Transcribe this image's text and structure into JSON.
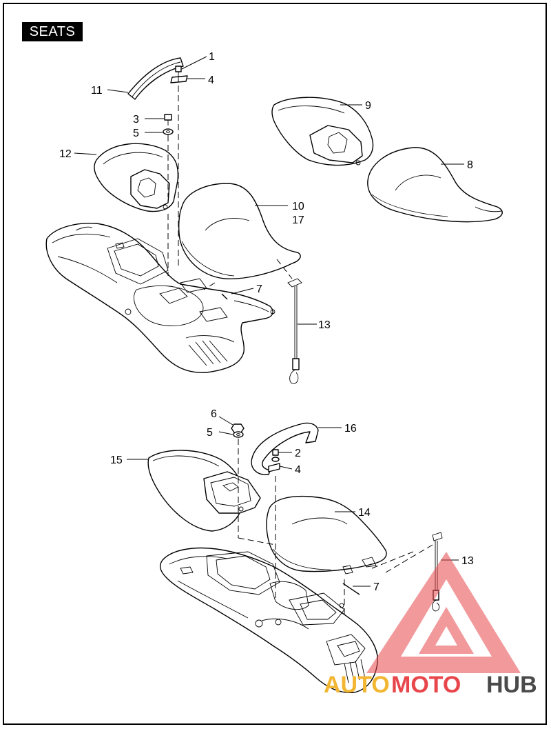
{
  "header": {
    "title": "SEATS"
  },
  "callouts": {
    "c1": "1",
    "c4a": "4",
    "c11": "11",
    "c3": "3",
    "c5a": "5",
    "c12": "12",
    "c9": "9",
    "c8": "8",
    "c10": "10",
    "c17": "17",
    "c7a": "7",
    "c13a": "13",
    "c6": "6",
    "c5b": "5",
    "c16": "16",
    "c2": "2",
    "c4b": "4",
    "c15": "15",
    "c14": "14",
    "c13b": "13",
    "c7b": "7"
  },
  "watermark": {
    "part1": "AUTO",
    "part2": "MOTO",
    "part3": "HUB",
    "colors": {
      "auto": "#f2b632",
      "moto": "#e8464a",
      "hub": "#4a4a4a"
    }
  }
}
